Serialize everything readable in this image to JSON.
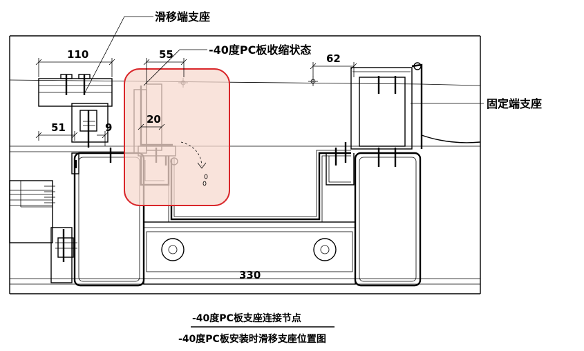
{
  "labels": {
    "sliding_support": "滑移端支座",
    "contraction_state": "-40度PC板收缩状态",
    "fixed_support": "固定端支座"
  },
  "dimensions": {
    "d110": "110",
    "d55": "55",
    "d62": "62",
    "d51": "51",
    "d9": "9",
    "d20": "20",
    "d330": "330"
  },
  "captions": {
    "title_1": "-40度PC板支座连接节点",
    "title_2": "-40度PC板安装时滑移支座位置图"
  },
  "colors": {
    "highlight_fill": "#f7d9cf",
    "highlight_stroke": "#d9262a"
  }
}
